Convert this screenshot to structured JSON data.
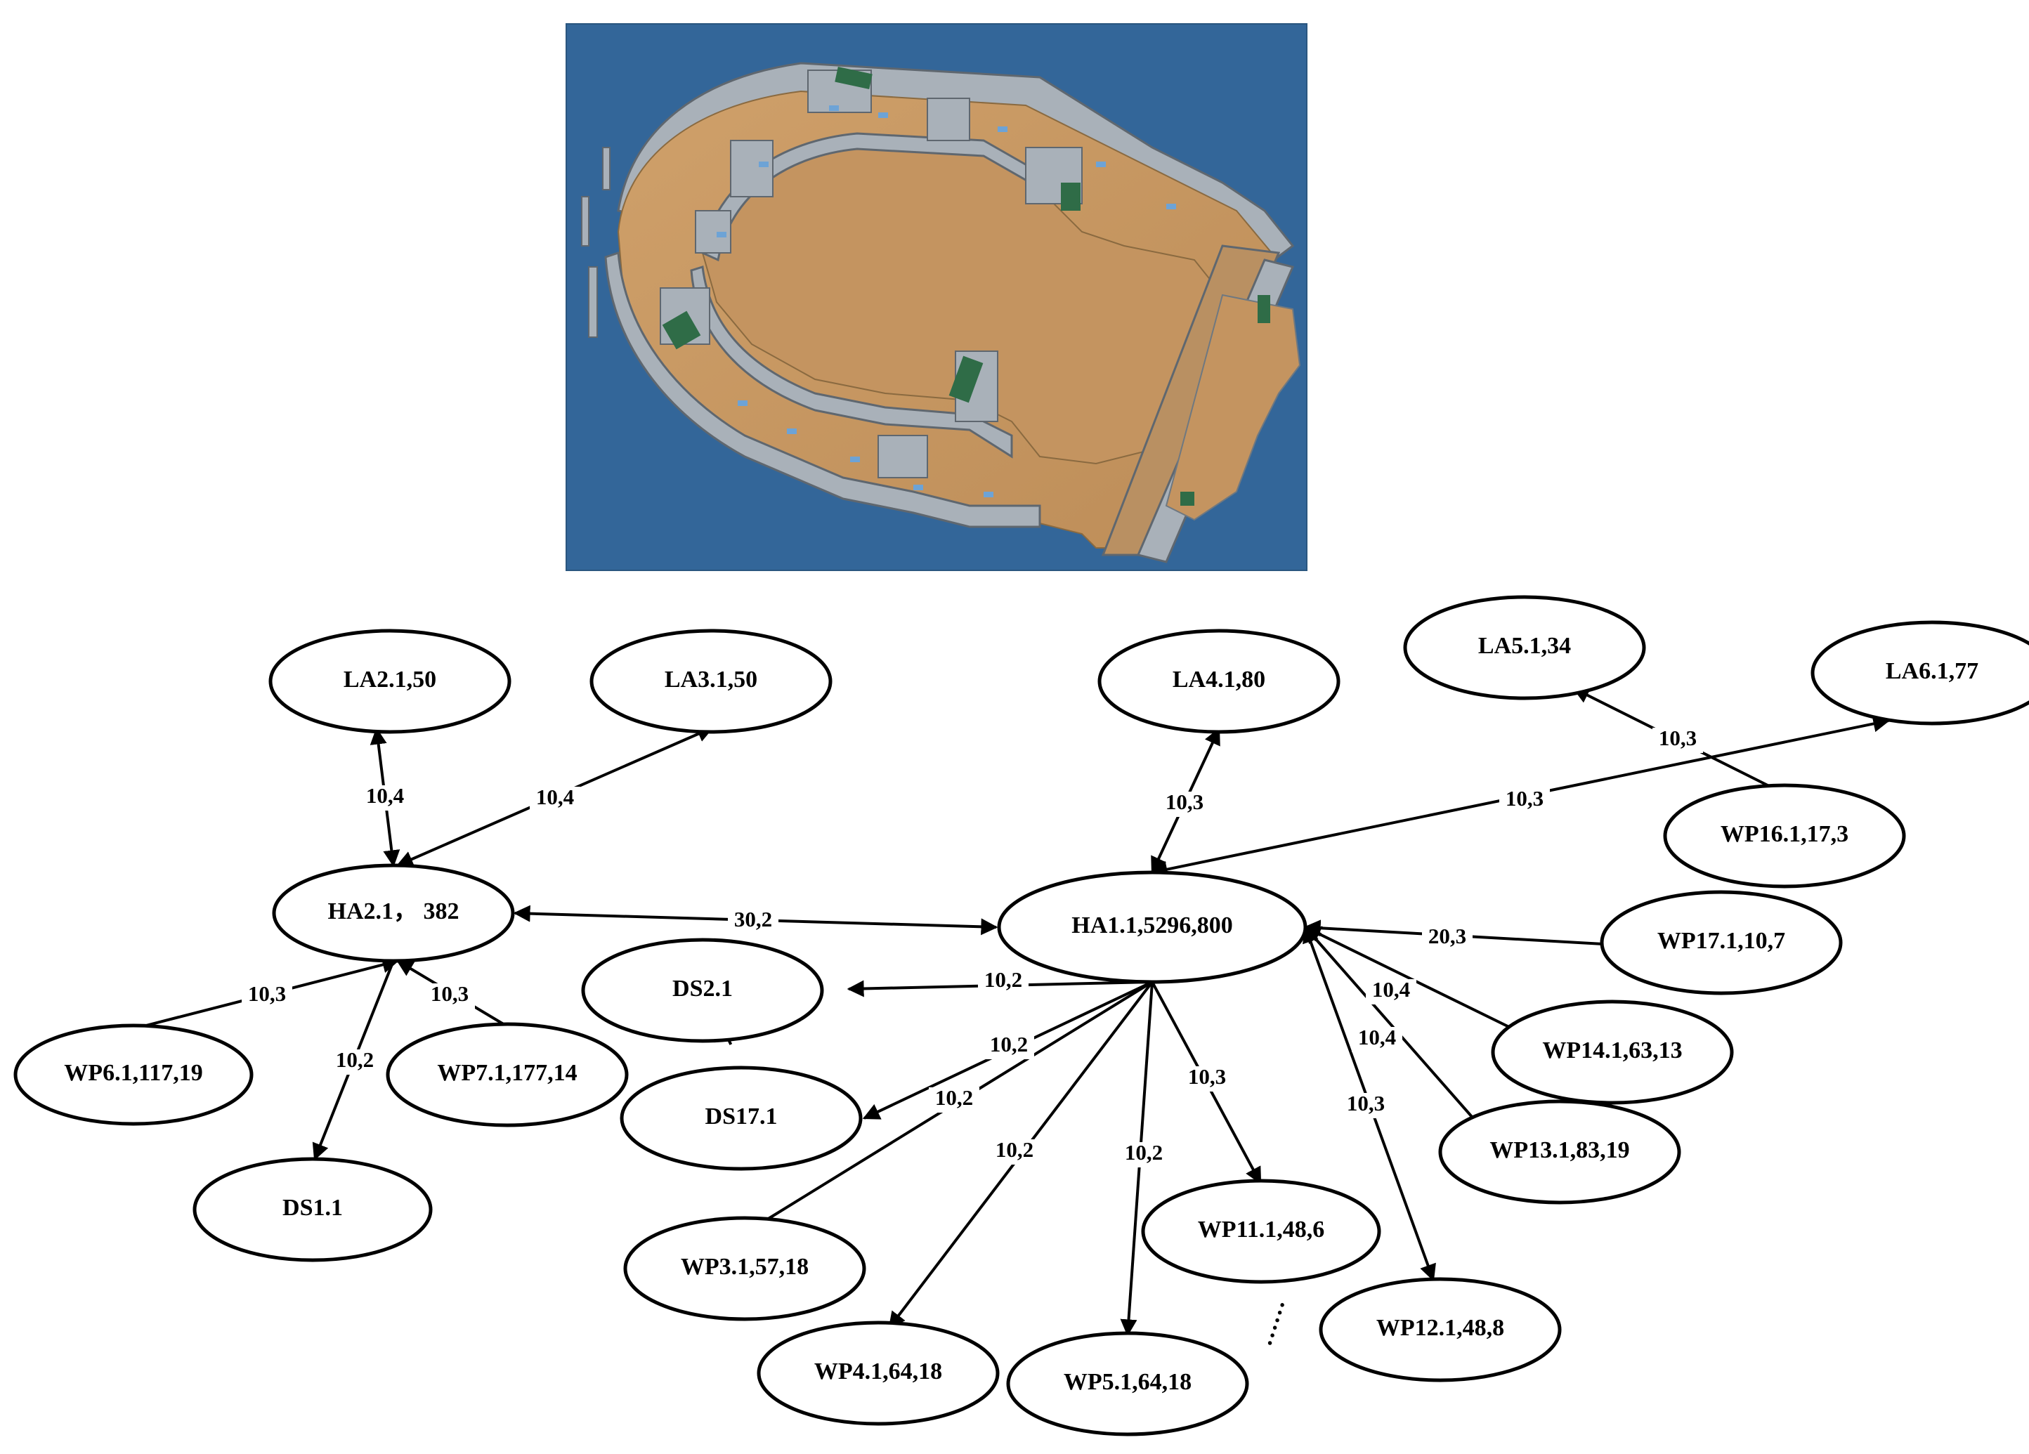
{
  "colors": {
    "panel_background": "#336699",
    "floor": "#c7965f",
    "wall": "#a9b1b9",
    "wall_shadow": "#6f7880",
    "glass": "#2f6c47",
    "line": "#000000"
  },
  "render_image": {
    "description_icon": "building-floor-3d-render"
  },
  "nodes": [
    {
      "id": "LA2",
      "label": "LA2.1,50"
    },
    {
      "id": "LA3",
      "label": "LA3.1,50"
    },
    {
      "id": "LA4",
      "label": "LA4.1,80"
    },
    {
      "id": "LA5",
      "label": "LA5.1,34"
    },
    {
      "id": "LA6",
      "label": "LA6.1,77"
    },
    {
      "id": "HA2",
      "label": "HA2.1，  382"
    },
    {
      "id": "HA1",
      "label": "HA1.1,5296,800"
    },
    {
      "id": "WP16",
      "label": "WP16.1,17,3"
    },
    {
      "id": "WP17",
      "label": "WP17.1,10,7"
    },
    {
      "id": "DS2",
      "label": "DS2.1"
    },
    {
      "id": "DS17",
      "label": "DS17.1"
    },
    {
      "id": "WP14",
      "label": "WP14.1,63,13"
    },
    {
      "id": "WP6",
      "label": "WP6.1,117,19"
    },
    {
      "id": "WP7",
      "label": "WP7.1,177,14"
    },
    {
      "id": "WP13",
      "label": "WP13.1,83,19"
    },
    {
      "id": "DS1",
      "label": "DS1.1"
    },
    {
      "id": "WP11",
      "label": "WP11.1,48,6"
    },
    {
      "id": "WP3",
      "label": "WP3.1,57,18"
    },
    {
      "id": "WP12",
      "label": "WP12.1,48,8"
    },
    {
      "id": "WP4",
      "label": "WP4.1,64,18"
    },
    {
      "id": "WP5",
      "label": "WP5.1,64,18"
    }
  ],
  "edges": [
    {
      "id": "HA2-LA2",
      "label": "10,4"
    },
    {
      "id": "HA2-LA3",
      "label": "10,4"
    },
    {
      "id": "HA2-HA1",
      "label": "30,2"
    },
    {
      "id": "WP6-HA2",
      "label": "10,3"
    },
    {
      "id": "WP7-HA2",
      "label": "10,3"
    },
    {
      "id": "HA2-DS1",
      "label": "10,2"
    },
    {
      "id": "HA1-LA4",
      "label": "10,3"
    },
    {
      "id": "HA1-LA6",
      "label": "10,3"
    },
    {
      "id": "WP16-LA5",
      "label": "10,3"
    },
    {
      "id": "WP17-HA1",
      "label": "20,3"
    },
    {
      "id": "HA1-WP14",
      "label": "10,4"
    },
    {
      "id": "HA1-WP13",
      "label": "10,4"
    },
    {
      "id": "HA1-WP12",
      "label": "10,3"
    },
    {
      "id": "HA1-DS2",
      "label": "10,2"
    },
    {
      "id": "HA1-DS17",
      "label": "10,2"
    },
    {
      "id": "WP3-HA1",
      "label": "10,2"
    },
    {
      "id": "HA1-WP4",
      "label": "10,2"
    },
    {
      "id": "HA1-WP5",
      "label": "10,2"
    },
    {
      "id": "HA1-WP11",
      "label": "10,3"
    },
    {
      "id": "DS2-DS17",
      "label": ""
    }
  ],
  "ellipsis_mark": "……"
}
